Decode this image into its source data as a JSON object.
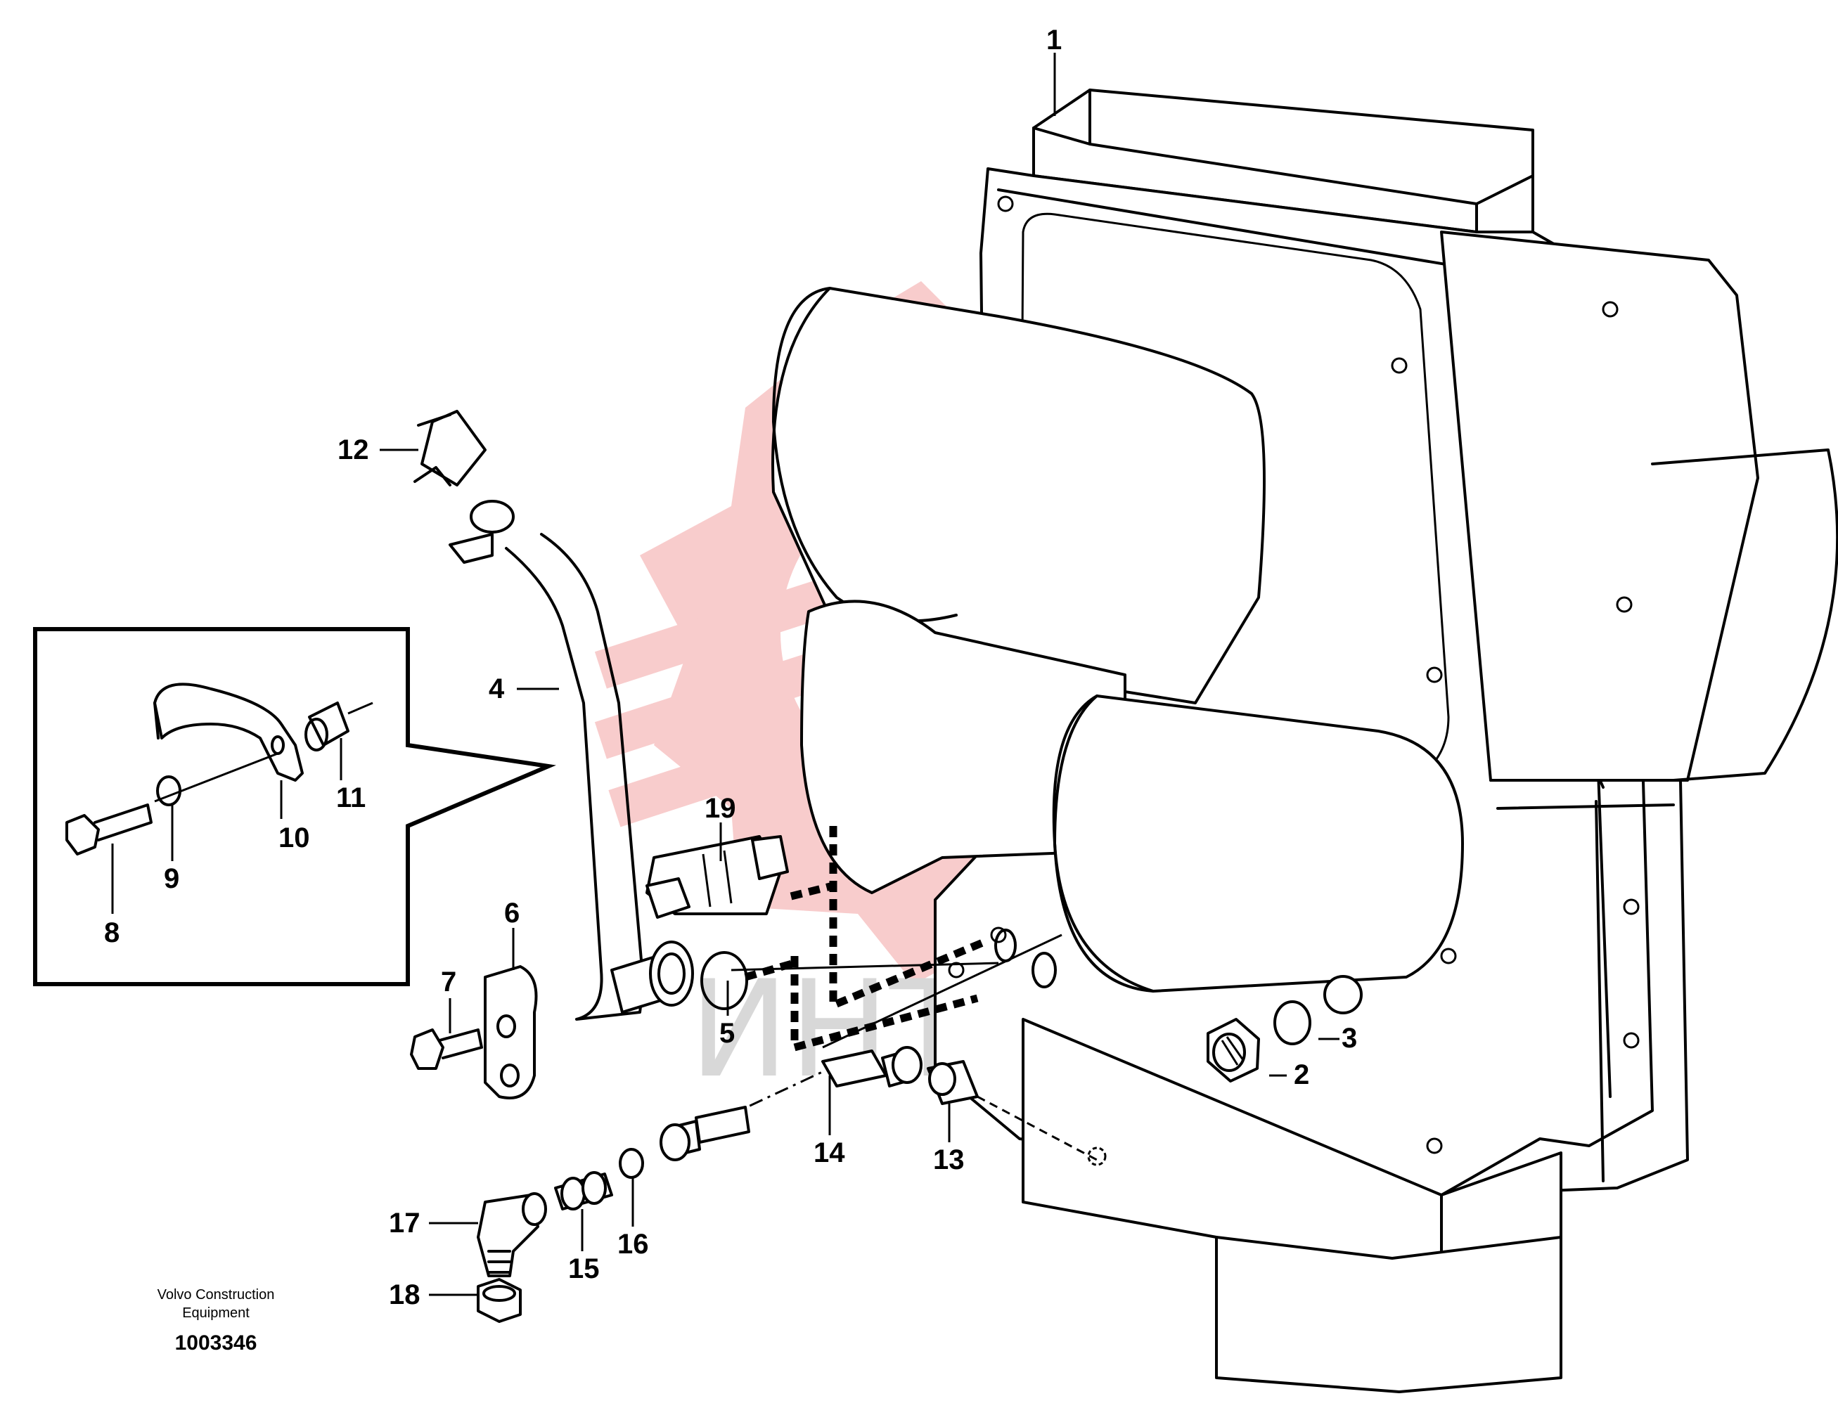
{
  "callouts": [
    {
      "id": "1",
      "text": "1"
    },
    {
      "id": "2",
      "text": "2"
    },
    {
      "id": "3",
      "text": "3"
    },
    {
      "id": "4",
      "text": "4"
    },
    {
      "id": "5",
      "text": "5"
    },
    {
      "id": "6",
      "text": "6"
    },
    {
      "id": "7",
      "text": "7"
    },
    {
      "id": "8",
      "text": "8"
    },
    {
      "id": "9",
      "text": "9"
    },
    {
      "id": "10",
      "text": "10"
    },
    {
      "id": "11",
      "text": "11"
    },
    {
      "id": "12",
      "text": "12"
    },
    {
      "id": "13",
      "text": "13"
    },
    {
      "id": "14",
      "text": "14"
    },
    {
      "id": "15",
      "text": "15"
    },
    {
      "id": "16",
      "text": "16"
    },
    {
      "id": "17",
      "text": "17"
    },
    {
      "id": "18",
      "text": "18"
    },
    {
      "id": "19",
      "text": "19"
    }
  ],
  "caption": {
    "line1": "Volvo Construction",
    "line2": "Equipment",
    "number": "1003346"
  },
  "watermark": {
    "text": "ИНТЕХ",
    "logo": "intex-gear-logo",
    "color": "#f3b1b1"
  }
}
